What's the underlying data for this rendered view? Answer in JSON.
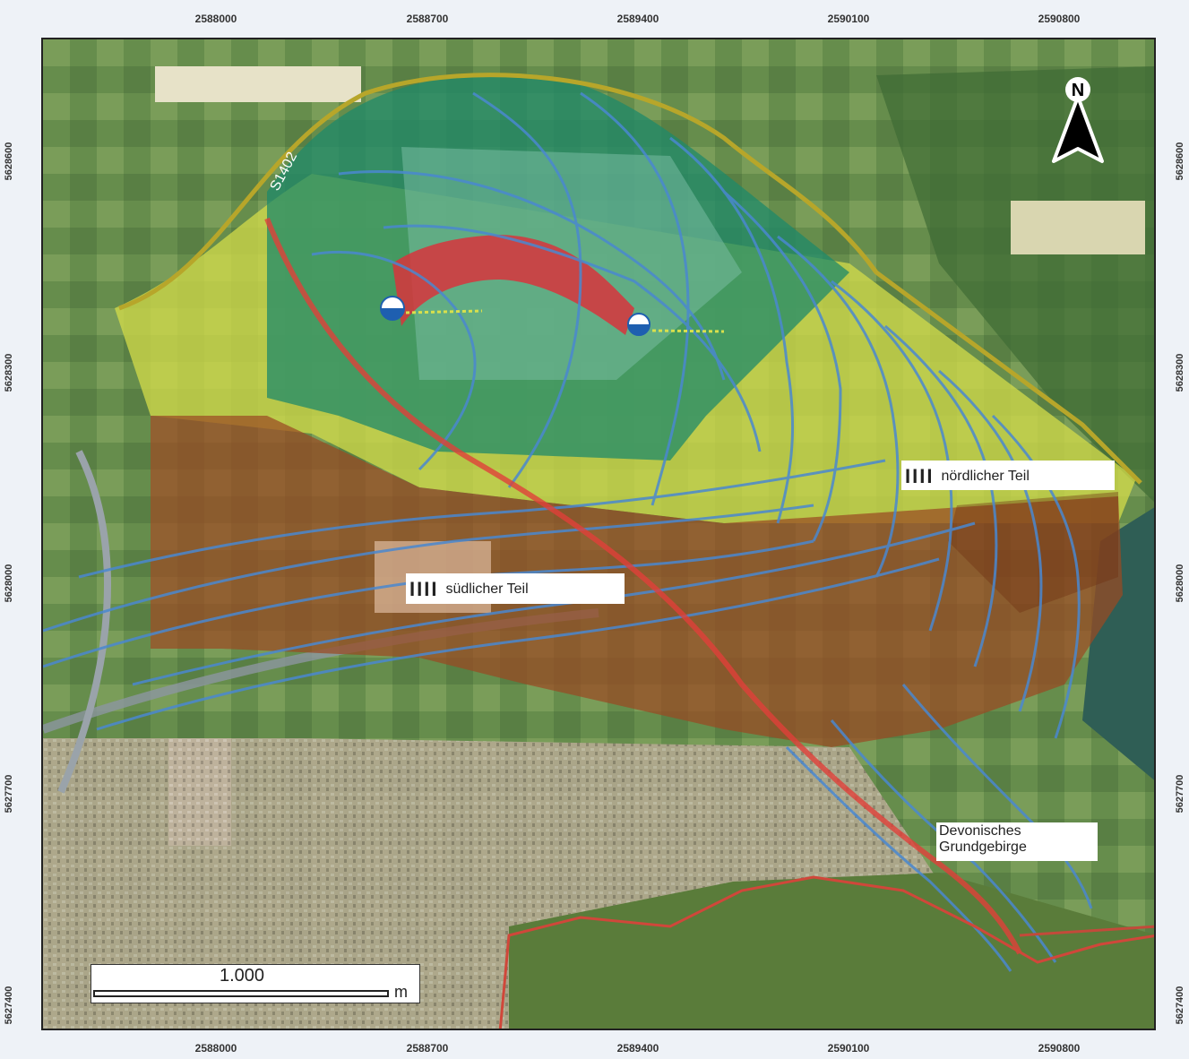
{
  "map": {
    "easting_ticks": [
      "2588000",
      "2588700",
      "2589400",
      "2590100",
      "2590800"
    ],
    "northing_ticks": [
      "5628600",
      "5628300",
      "5628000",
      "5627700",
      "5627400"
    ],
    "road_label": "S1402",
    "north_label": "N",
    "scale": {
      "value": "1.000",
      "unit": "m"
    },
    "labels": {
      "north_part": {
        "symbol": "IIII",
        "text": "nördlicher Teil"
      },
      "south_part": {
        "symbol": "IIII",
        "text": "südlicher Teil"
      },
      "basement_line1": "Devonisches",
      "basement_line2": "Grundgebirge"
    },
    "colors": {
      "green_zone": "#1f8a6a",
      "yellow_zone": "#d4dc4a",
      "brown_zone": "#9a4a22",
      "red_zone": "#d8343c",
      "flow_lines": "#4a88d0",
      "fault_line": "#e0403a"
    }
  }
}
